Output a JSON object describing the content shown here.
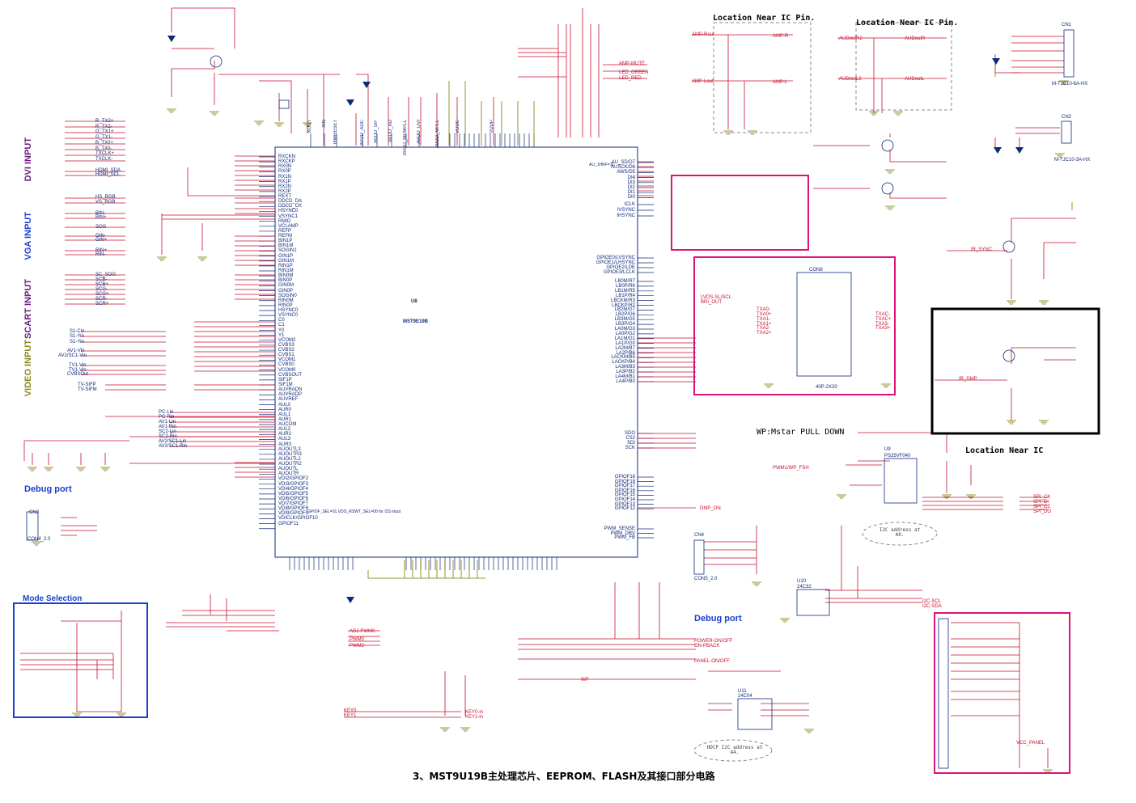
{
  "caption": "3、MST9U19B主处理芯片、EEPROM、FLASH及其接口部分电路",
  "sections": {
    "dvi": "DVI INPUT",
    "vga": "VGA INPUT",
    "scart": "SCART INPUT",
    "video": "VIDEO INPUT",
    "debug_left": "Debug port",
    "debug_right": "Debug port",
    "mode_selection": "Mode Selection",
    "loc_near_ic_1": "Location Near IC Pin.",
    "loc_near_ic_2": "Location Near IC Pin.",
    "loc_near_ic_3": "Location Near IC",
    "wp_mstar": "WP:Mstar PULL DOWN"
  },
  "main_ic": {
    "ref": "U8",
    "part": "MST9E19B",
    "left_pins": [
      "RXCKN",
      "RXCKP",
      "RX0N",
      "RX0P",
      "RX1N",
      "RX1P",
      "RX2N",
      "RX2P",
      "REXT",
      "DDCD_DA",
      "DDCD_CK",
      "HSYNC0",
      "VSYNC1",
      "RMID",
      "VCLAMP",
      "REFP",
      "REFM",
      "BIN1P",
      "BIN1M",
      "SOGIN1",
      "GIN1P",
      "GIN1M",
      "RIN1P",
      "RIN1M",
      "BIN0M",
      "BIN0P",
      "GIN0M",
      "GIN0P",
      "SOGIN0",
      "RIN0M",
      "RIN0P",
      "HSYNC0",
      "VSYNC0",
      "C0",
      "C1",
      "Y0",
      "Y1",
      "VCOM2",
      "CVBS3",
      "CVBS2",
      "CVBS1",
      "VCOM1",
      "CVBS0",
      "VCOM0",
      "CVBSOUT",
      "SIF1P",
      "SIF1M",
      "AUVRADN",
      "AUVRADP",
      "AUVREF",
      "AUL0",
      "AUR0",
      "AUL1",
      "AUR1",
      "AUCOM",
      "AUL2",
      "AUR2",
      "AUL3",
      "AUR3",
      "AUOUTL3",
      "AUOUTR3",
      "AUOUTL2",
      "AUOUTR2",
      "AUOUTL",
      "AUOUTR",
      "VDI2/GPIOF2",
      "VDI3/GPIOF3",
      "VDI4/GPIOF4",
      "VDI5/GPIOF5",
      "VDI6/GPIOF6",
      "VDI7/GPIOF7",
      "VDI8/GPIOF8",
      "VDI9/GPIOF9",
      "VDICLK/GPIOF10",
      "GPIOF11"
    ],
    "right_pins": [
      "AU_SD/D7",
      "AUSCK/D6",
      "AWS/D5",
      "DI4",
      "DI3",
      "DI2",
      "DI1",
      "DI0",
      "ICLK",
      "IVSYNC",
      "IHSYNC",
      "GPIOE0/LVSYNC",
      "GPIOE1/LHSYNC",
      "GPIOE2/LDE",
      "GPIOE3/LCLK",
      "LB0M/R7",
      "LB0P/R6",
      "LB1M/R5",
      "LB1P/R4",
      "LBCKM/R3",
      "LBCKP/R2",
      "LB2M/G7",
      "LB2P/G6",
      "LB3M/G5",
      "LB3P/G4",
      "LA0M/G3",
      "LA0P/G2",
      "LA1M/G1",
      "LA1P/G0",
      "LA2M/B7",
      "LA2P/B6",
      "LACKM/B5",
      "LACKP/B4",
      "LA3M/B3",
      "LA3P/B2",
      "LA4M/B1",
      "LA4P/B0",
      "SDO",
      "CS2",
      "SDI",
      "SCK",
      "GPIOF18",
      "GPIOF19",
      "GPIOF17",
      "GPIOF16",
      "GPIOF15",
      "GPIOF14",
      "GPIOF13",
      "GPIOF12",
      "PWM_SENSE",
      "PWM_DRV",
      "PWM_FB"
    ],
    "top_labels": [
      "XOUT",
      "XIN",
      "HWRESET",
      "AVDD_ADC",
      "AVDD_SIF",
      "AVDD_AU",
      "AVDD_MEMPLL",
      "AVDD_DVI",
      "AVDD_MPLL",
      "VDDC",
      "VDDP"
    ],
    "note_left": "GPIOF_SEL=01,VDO_RSWT_SEL=00 for I2S input",
    "note_right": "AU_1HRF=11"
  },
  "dvi_nets": [
    "R_TX2+",
    "R_TX2-",
    "G_TX1+",
    "G_TX1-",
    "B_TX0+",
    "B_TX0-",
    "TXCLK+",
    "TXCLK-",
    "HDMI_SDA",
    "HDMI_SCL"
  ],
  "vga_nets": [
    "HS_RGB",
    "VS_RGB",
    "BIN-",
    "BIN+",
    "SOG",
    "GIN-",
    "GIN+",
    "RIN+",
    "RIN-"
  ],
  "scart_nets": [
    "SC_SOG",
    "SCB-",
    "SCB+",
    "SCG-",
    "SCG+",
    "SCR-",
    "SCR+"
  ],
  "video_nets": [
    "S1-Cin",
    "S1-Yin",
    "S1-Yin",
    "AV1-Vin",
    "AV2/SC1-Vin",
    "TV1-Vin",
    "TV1-Vin",
    "CVBSOut",
    "TV-SIFP",
    "TV-SIFM"
  ],
  "audio_nets": [
    "PC-Lin",
    "PC-Rin",
    "AV1-Lin",
    "AV1-Rin",
    "SC2-Lin",
    "SC2-Rin",
    "AV2/SC1-Lin",
    "AV2/SC1-Rin"
  ],
  "amp_nets": [
    "AMP-Rout",
    "AMP-Lout",
    "AMP-R",
    "AMP-L",
    "AUDoutR2",
    "AUDoutL2",
    "AUDoutR",
    "AUDoutL",
    "AMP-MUTE",
    "LED_GREEN",
    "LED_RED"
  ],
  "connectors": {
    "cn1": "CN1",
    "cn1_part": "M-TJC10-6A-HX",
    "cn2": "CN2",
    "cn2_part": "M-TJC10-3A-HX",
    "cn3": "CN3",
    "cn3_part": "CON4_2.0",
    "cn4": "CN4",
    "cn4_part": "CON5_2.0",
    "cn8": "CON8",
    "cn8_part": "40P-2X20"
  },
  "chips": {
    "u9": "U9",
    "u9_part": "PS25VF040",
    "u10": "U10",
    "u10_part": "24C32",
    "u11": "U11",
    "u11_part": "24C04",
    "i2c_a0": "I2C address at A0.",
    "hdcp_a4": "HDCP I2C address at A4."
  },
  "lvds_nets": [
    "LVDS-SL/SCL",
    "BRI_OUT",
    "TXA0-",
    "TXA0+",
    "TXA1-",
    "TXA1+",
    "TXA2-",
    "TXA2+",
    "TXAC-",
    "TXAC+",
    "TXA3-",
    "TXA3+"
  ],
  "misc_nets": [
    "PWM1/WP_FSH",
    "SPI_CK",
    "SPI_DI",
    "SPI_CZ",
    "SPI_DO",
    "DMP_ON",
    "IR_SYNC",
    "IR_DMP",
    "KEY0-in",
    "KEY1-in",
    "POWER-ON/OFF",
    "ON-PBACK",
    "PANEL-ON/OFF",
    "WP",
    "I2C-SCL",
    "I2C-SDA",
    "ADJ-PWM0",
    "PWM0",
    "PWM2",
    "VCC_PANEL",
    "KEY0",
    "KEY1"
  ],
  "colors": {
    "wire": "#c8102e",
    "label": "#102a7a",
    "box_blue": "#1a3fd0",
    "box_magenta": "#e0107a",
    "ground": "#7a7a00"
  }
}
